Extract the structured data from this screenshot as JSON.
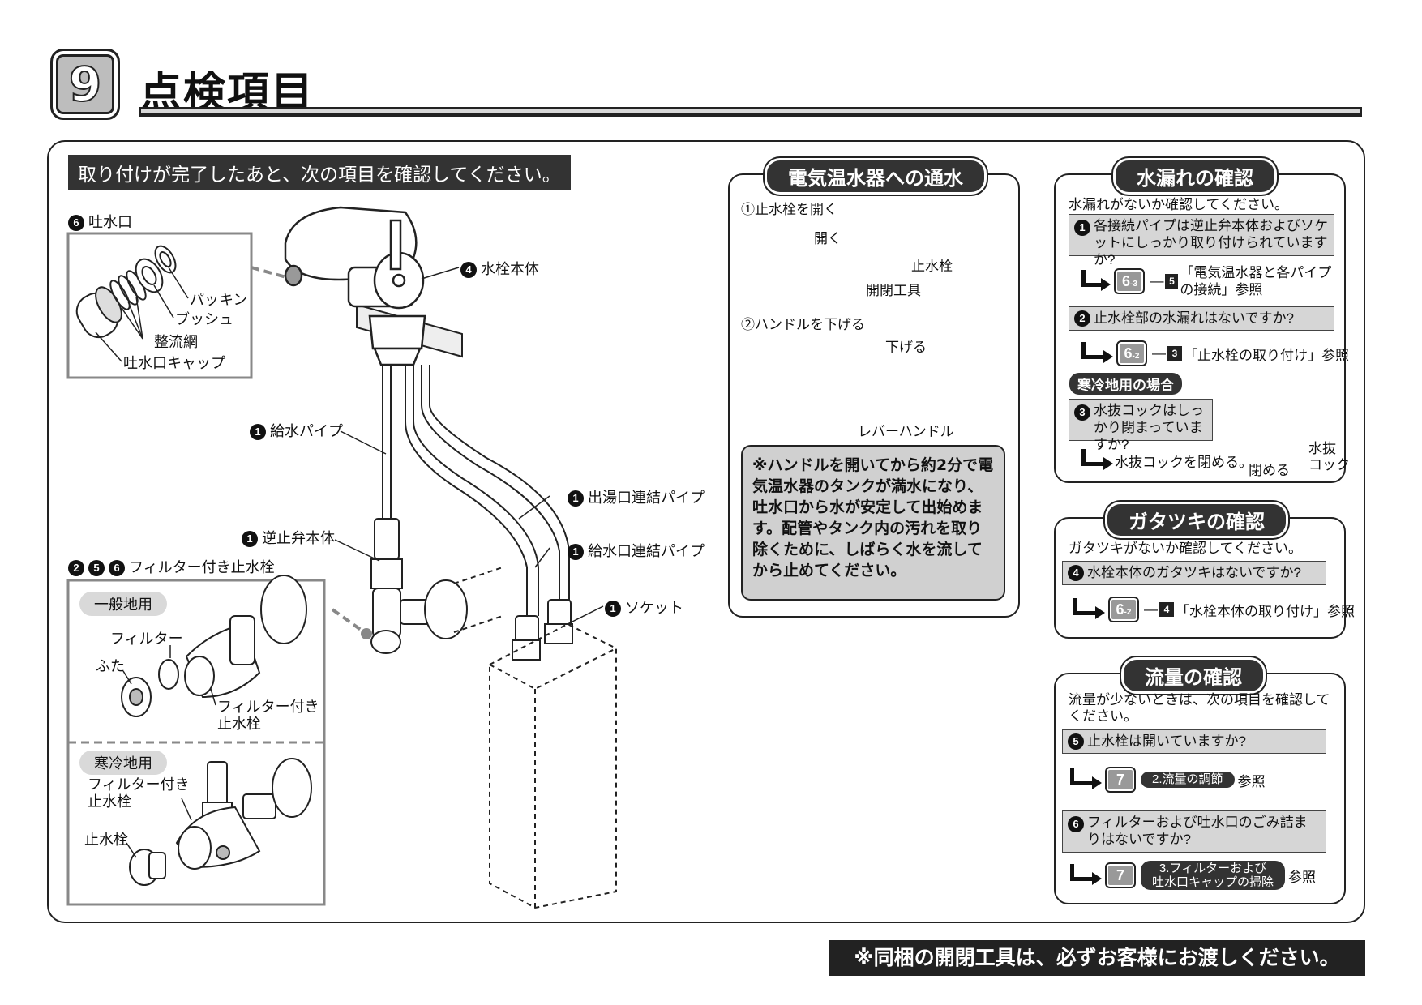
{
  "header": {
    "section_number": "9",
    "title": "点検項目"
  },
  "intro": "取り付けが完了したあと、次の項目を確認してください。",
  "diagram": {
    "spout_label": {
      "num": "6",
      "text": "吐水口"
    },
    "spout_parts": {
      "packing": "パッキン",
      "bush": "ブッシュ",
      "mesh": "整流網",
      "cap": "吐水口キャップ"
    },
    "faucet_body": {
      "num": "4",
      "text": "水栓本体"
    },
    "supply_pipe": {
      "num": "1",
      "text": "給水パイプ"
    },
    "hot_outlet_pipe": {
      "num": "1",
      "text": "出湯口連結パイプ"
    },
    "check_valve": {
      "num": "1",
      "text": "逆止弁本体"
    },
    "inlet_pipe": {
      "num": "1",
      "text": "給水口連結パイプ"
    },
    "socket": {
      "num": "1",
      "text": "ソケット"
    },
    "filter_valve_heading": {
      "nums": [
        "2",
        "5",
        "6"
      ],
      "text": "フィルター付き止水栓"
    },
    "general": {
      "tag": "一般地用",
      "filter": "フィルター",
      "lid": "ふた",
      "filter_valve": "フィルター付き\n止水栓"
    },
    "cold": {
      "tag": "寒冷地用",
      "filter_valve": "フィルター付き\n止水栓",
      "stop_valve": "止水栓"
    }
  },
  "water_panel": {
    "title": "電気温水器への通水",
    "step1": "①止水栓を開く",
    "open": "開く",
    "stop_valve": "止水栓",
    "tool": "開閉工具",
    "step2": "②ハンドルを下げる",
    "lower": "下げる",
    "lever": "レバーハンドル",
    "warning": "※ハンドルを開いてから約2分で電気温水器のタンクが満水になり、吐水口から水が安定して出始めます。配管やタンク内の汚れを取り除くために、しばらく水を流してから止めてください。"
  },
  "leak_panel": {
    "title": "水漏れの確認",
    "lead": "水漏れがないか確認してください。",
    "q1": {
      "num": "1",
      "text": "各接続パイプは逆止弁本体およびソケットにしっかり取り付けられていますか?"
    },
    "r1": {
      "page": "6",
      "sub": "-3",
      "item": "5",
      "text": "「電気温水器と各パイプの接続」参照"
    },
    "q2": {
      "num": "2",
      "text": "止水栓部の水漏れはないですか?"
    },
    "r2": {
      "page": "6",
      "sub": "-2",
      "item": "3",
      "text": "「止水栓の取り付け」参照"
    },
    "cold_tag": "寒冷地用の場合",
    "q3": {
      "num": "3",
      "text": "水抜コックはしっかり閉まっていますか?"
    },
    "r3": "水抜コックを閉める。",
    "close": "閉める",
    "cock": "水抜\nコック"
  },
  "rattle_panel": {
    "title": "ガタツキの確認",
    "lead": "ガタツキがないか確認してください。",
    "q4": {
      "num": "4",
      "text": "水栓本体のガタツキはないですか?"
    },
    "r4": {
      "page": "6",
      "sub": "-2",
      "item": "4",
      "text": "「水栓本体の取り付け」参照"
    }
  },
  "flow_panel": {
    "title": "流量の確認",
    "lead": "流量が少ないときは、次の項目を確認してください。",
    "q5": {
      "num": "5",
      "text": "止水栓は開いていますか?"
    },
    "r5": {
      "page": "7",
      "pill": "2.流量の調節",
      "suffix": "参照"
    },
    "q6": {
      "num": "6",
      "text": "フィルターおよび吐水口のごみ詰まりはないですか?"
    },
    "r6": {
      "page": "7",
      "pill": "3.フィルターおよび\n吐水口キャップの掃除",
      "suffix": "参照"
    }
  },
  "footer": "※同梱の開閉工具は、必ずお客様にお渡しください。",
  "colors": {
    "dark": "#333333",
    "gray": "#d6d6d6",
    "line": "#222222"
  }
}
